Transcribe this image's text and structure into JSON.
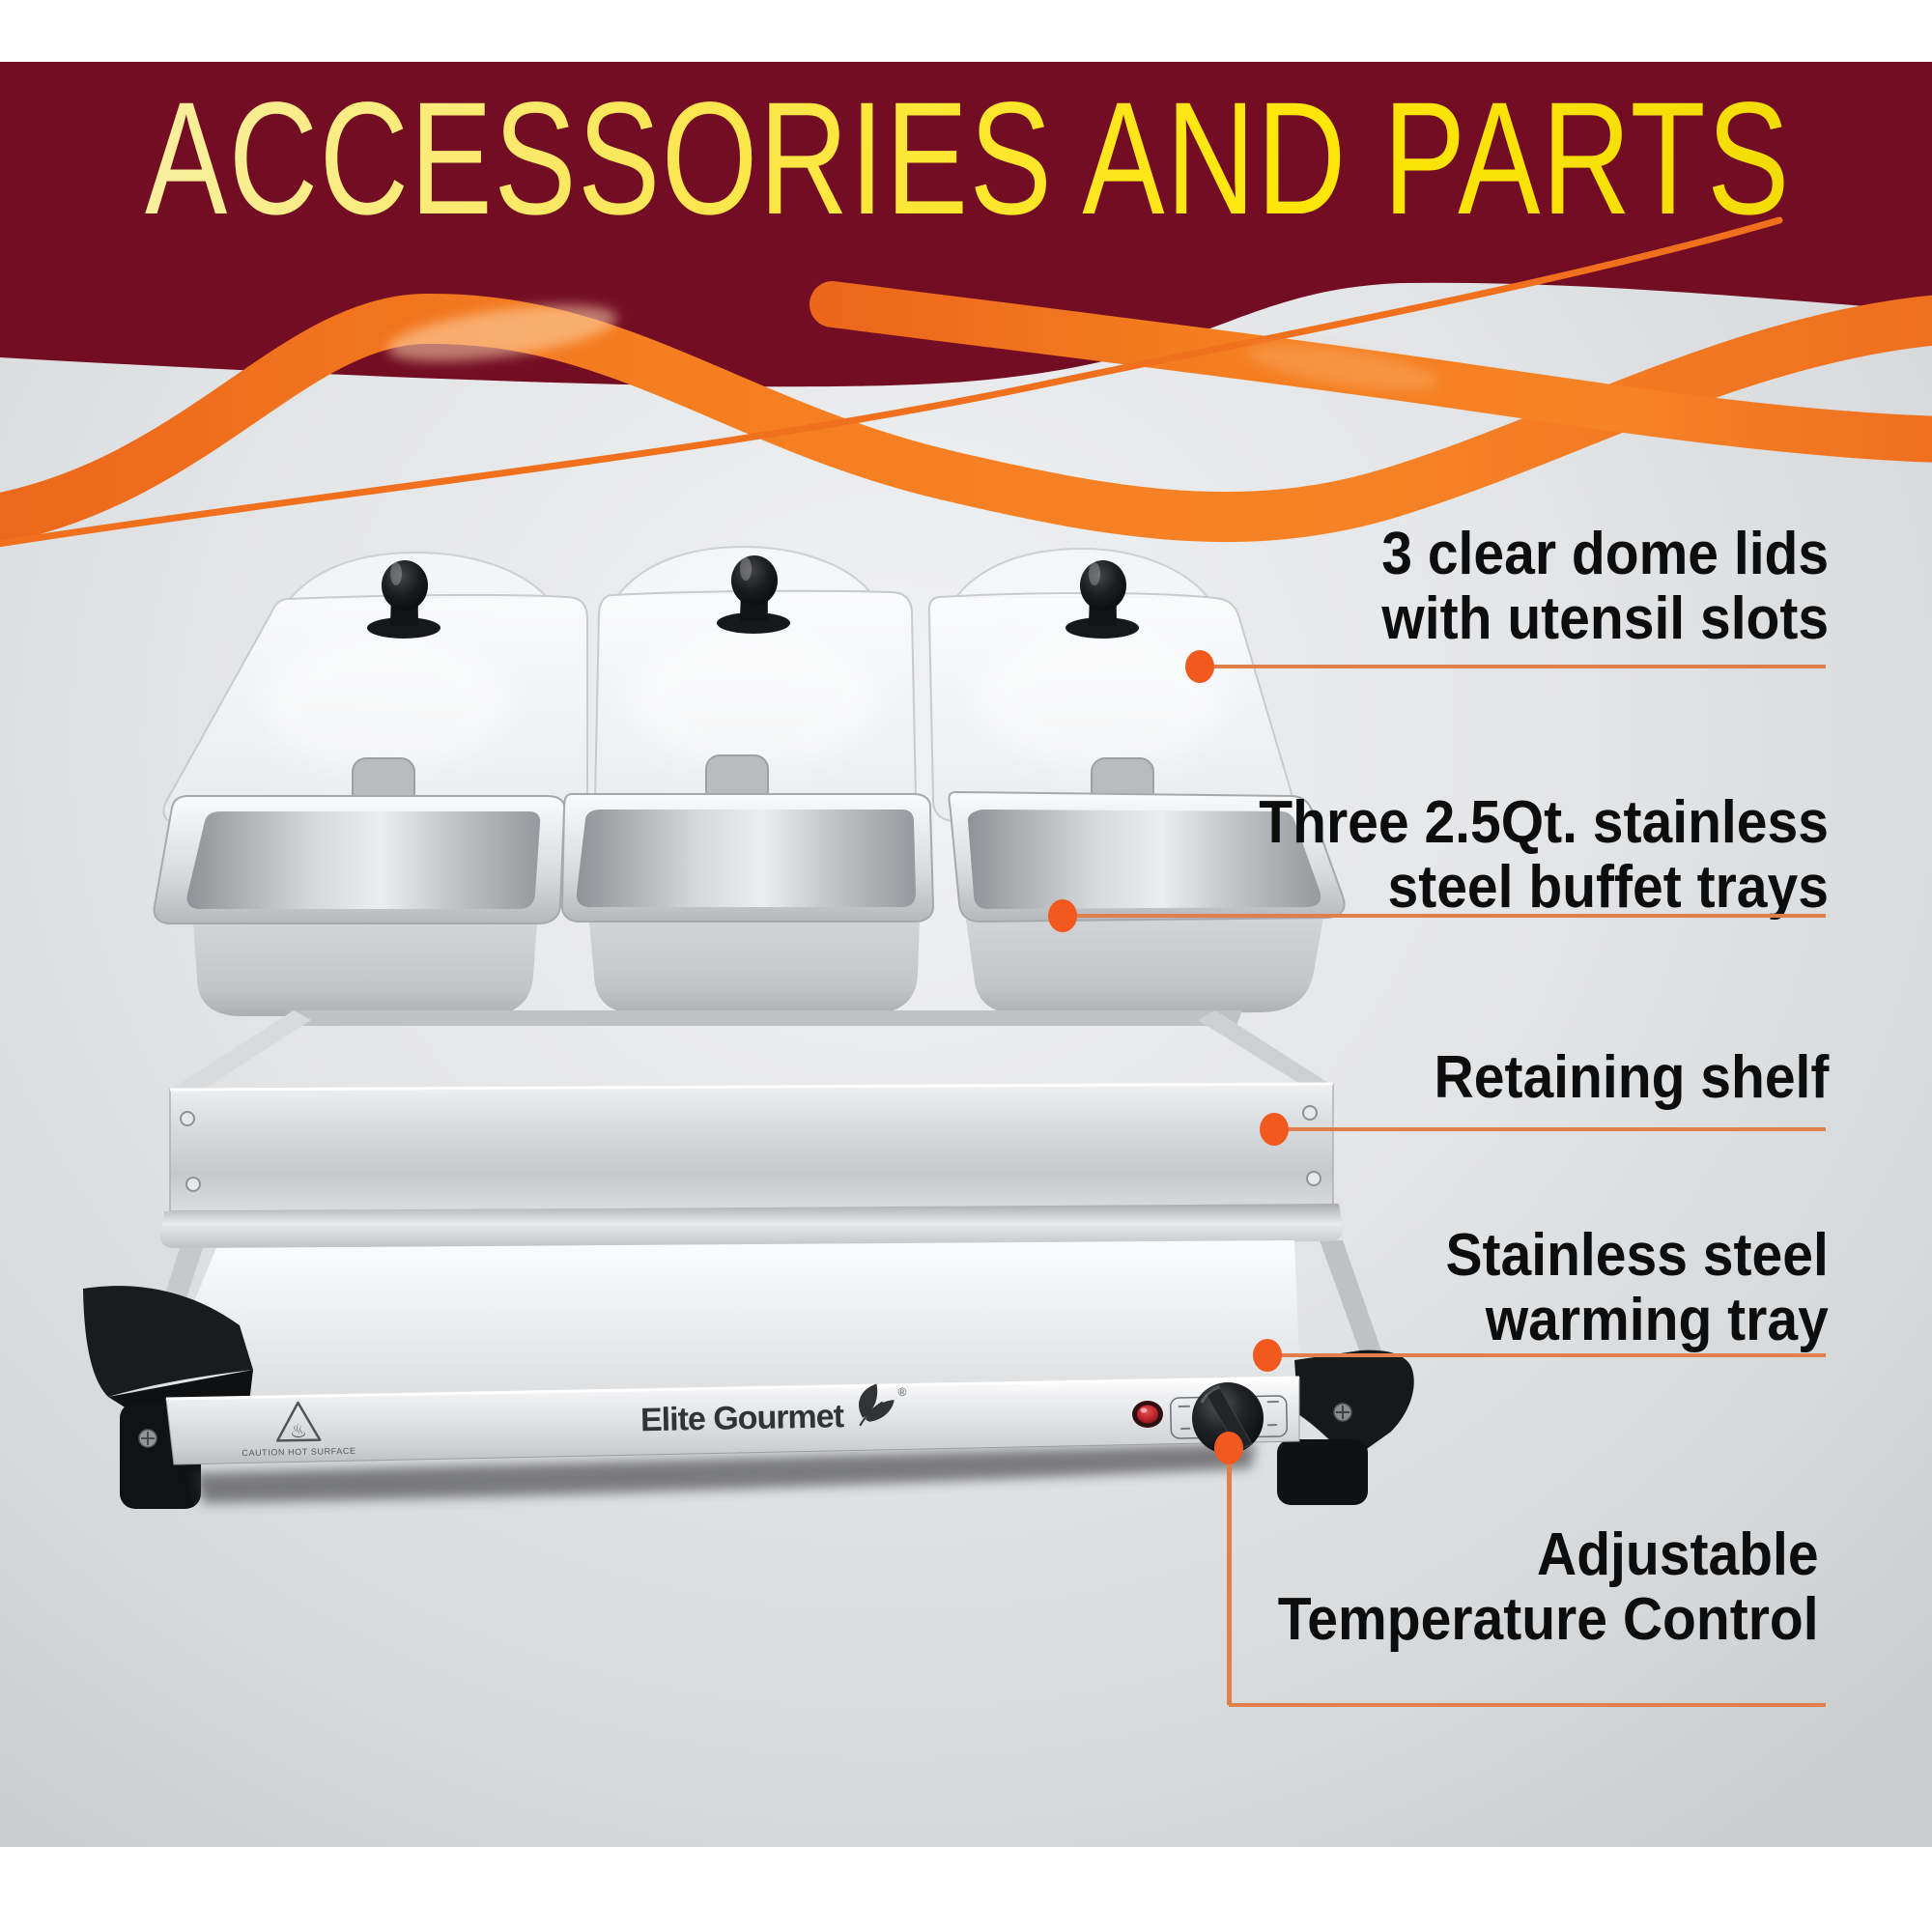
{
  "header": {
    "title": "ACCESSORIES AND PARTS"
  },
  "callouts": [
    {
      "id": "dome-lids",
      "lines": [
        "3 clear dome lids",
        "with utensil slots"
      ]
    },
    {
      "id": "buffet-trays",
      "lines": [
        "Three 2.5Qt. stainless",
        "steel buffet trays"
      ]
    },
    {
      "id": "retaining-shelf",
      "lines": [
        "Retaining shelf"
      ]
    },
    {
      "id": "warming-tray",
      "lines": [
        "Stainless steel",
        "warming tray"
      ]
    },
    {
      "id": "temperature-control",
      "lines": [
        "Adjustable",
        "Temperature Control"
      ]
    }
  ],
  "product": {
    "brand": "Elite Gourmet",
    "registered_mark": "®",
    "caution_label": "CAUTION HOT SURFACE",
    "hot_surface_glyph": "♨",
    "icons": [
      "hot-surface-icon",
      "leaf-icon",
      "registered-icon",
      "screw-icon"
    ]
  },
  "colors": {
    "maroon": "#730D23",
    "ribbon": "#F57E20",
    "ribbon-dark": "#EC671C",
    "title-y": "#FFE607",
    "title-y-mid": "#FBE64E",
    "title-y-light": "#F8EFA0",
    "cline": "#DE7F4C",
    "cdot": "#F2591F",
    "label": "#0D0D0D",
    "bg-gray": "#DADCDE",
    "steel-light": "#F4F5F6",
    "steel": "#C9CBCE",
    "part-black": "#161718",
    "brand-ink": "#313335",
    "pilot-red": "#C4282E"
  }
}
